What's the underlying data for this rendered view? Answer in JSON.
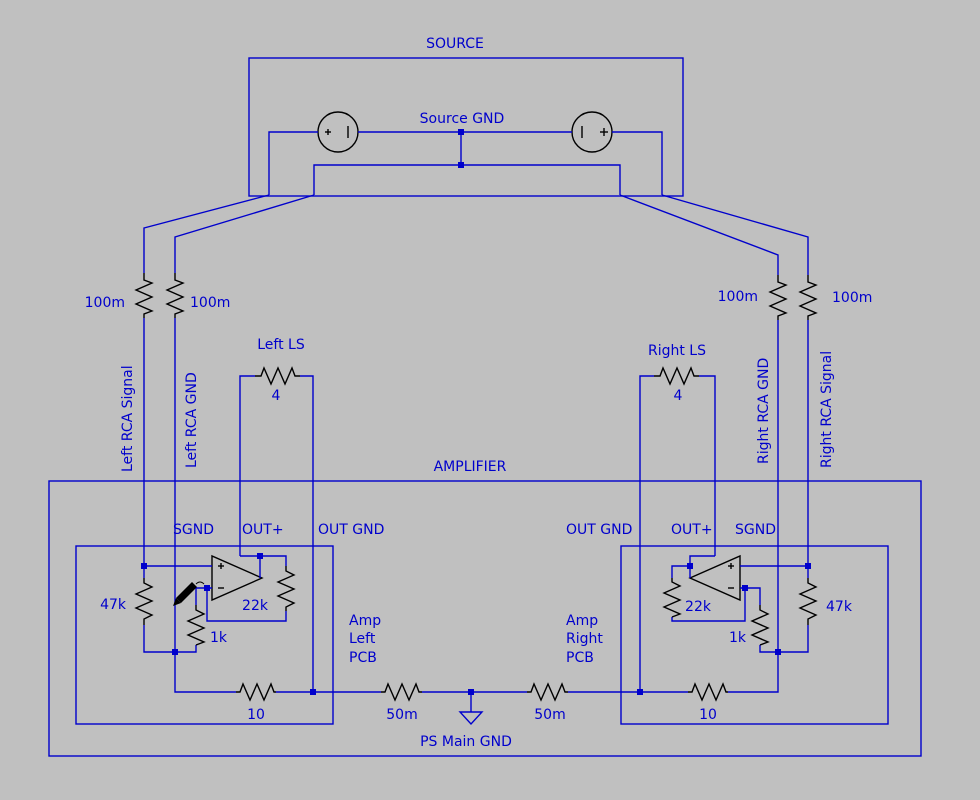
{
  "colors": {
    "background": "#c0c0c0",
    "wire": "#0000cc",
    "component": "#000000"
  },
  "labels": {
    "source": "SOURCE",
    "source_gnd": "Source GND",
    "amplifier": "AMPLIFIER",
    "left_ls": "Left LS",
    "right_ls": "Right LS",
    "left_rca_signal": "Left RCA Signal",
    "left_rca_gnd": "Left RCA GND",
    "right_rca_gnd": "Right RCA GND",
    "right_rca_signal": "Right RCA Signal",
    "sgnd_left": "SGND",
    "outplus_left": "OUT+",
    "outgnd_left": "OUT GND",
    "outgnd_right": "OUT GND",
    "outplus_right": "OUT+",
    "sgnd_right": "SGND",
    "amp_left_pcb": [
      "Amp",
      "Left",
      "PCB"
    ],
    "amp_right_pcb": [
      "Amp",
      "Right",
      "PCB"
    ],
    "ps_main_gnd": "PS Main GND"
  },
  "values": {
    "r_left_signal": "100m",
    "r_left_gnd": "100m",
    "r_right_gnd": "100m",
    "r_right_signal": "100m",
    "left_ls": "4",
    "right_ls": "4",
    "r_left_in": "47k",
    "r_left_fb": "22k",
    "r_left_g": "1k",
    "r_left_out": "10",
    "r_left_main": "50m",
    "r_right_main": "50m",
    "r_right_out": "10",
    "r_right_fb": "22k",
    "r_right_g": "1k",
    "r_right_in": "47k"
  }
}
